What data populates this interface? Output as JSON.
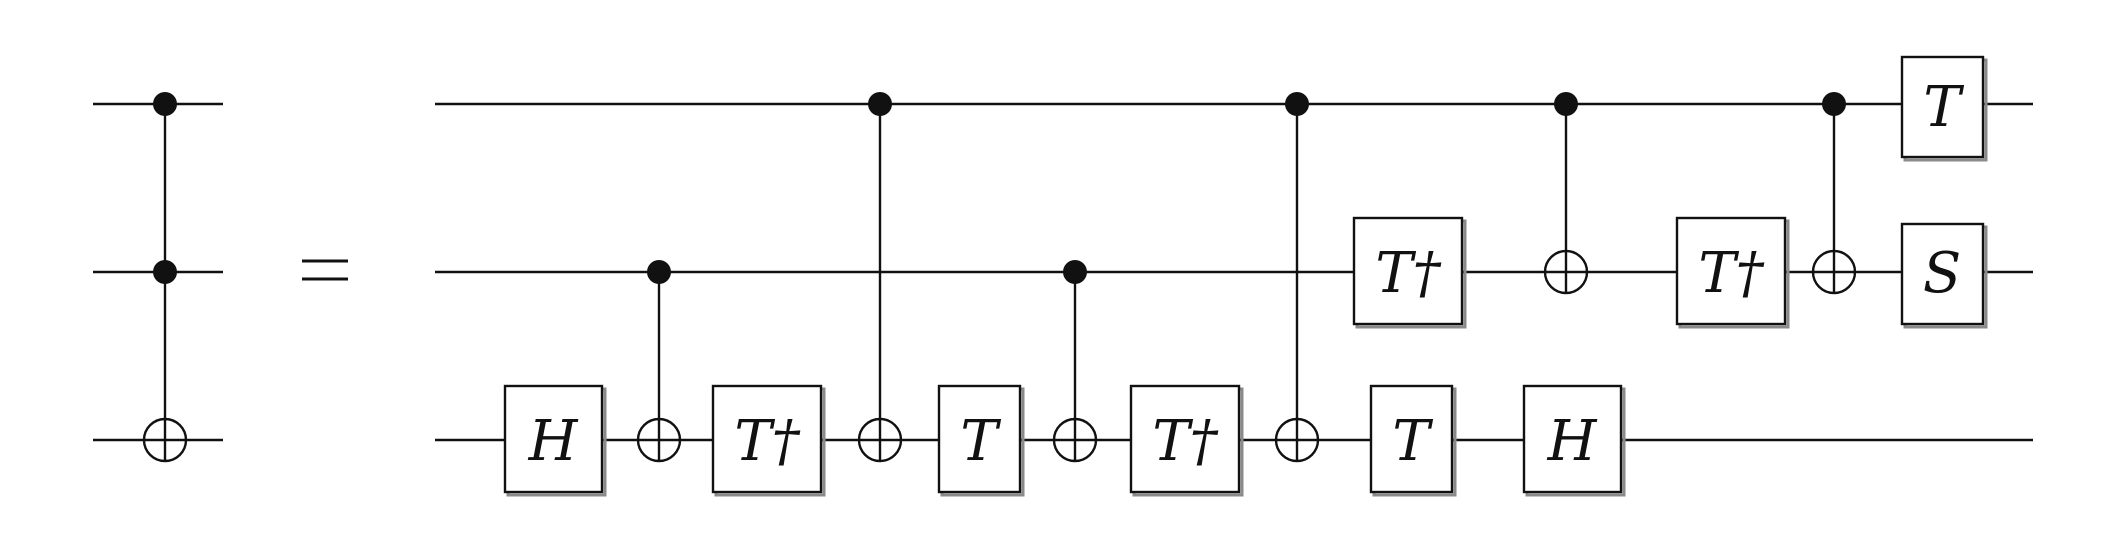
{
  "diagram": {
    "kind": "quantum-circuit-identity",
    "equals_sign": "=",
    "left_side": {
      "gate": "Toffoli",
      "controls": [
        0,
        1
      ],
      "target": 2
    },
    "right_side": {
      "gates": [
        {
          "type": "single",
          "label": "H",
          "wire": 2
        },
        {
          "type": "cnot",
          "control": 1,
          "target": 2
        },
        {
          "type": "single",
          "label": "T†",
          "wire": 2
        },
        {
          "type": "cnot",
          "control": 0,
          "target": 2
        },
        {
          "type": "single",
          "label": "T",
          "wire": 2
        },
        {
          "type": "cnot",
          "control": 1,
          "target": 2
        },
        {
          "type": "single",
          "label": "T†",
          "wire": 2
        },
        {
          "type": "cnot",
          "control": 0,
          "target": 2
        },
        {
          "type": "single",
          "label": "T†",
          "wire": 1
        },
        {
          "type": "single",
          "label": "T",
          "wire": 2
        },
        {
          "type": "cnot",
          "control": 0,
          "target": 1
        },
        {
          "type": "single",
          "label": "H",
          "wire": 2
        },
        {
          "type": "single",
          "label": "T†",
          "wire": 1
        },
        {
          "type": "cnot",
          "control": 0,
          "target": 1
        },
        {
          "type": "single",
          "label": "T",
          "wire": 0
        },
        {
          "type": "single",
          "label": "S",
          "wire": 1
        }
      ]
    },
    "colors": {
      "ink": "#111111",
      "paper": "#ffffff",
      "box_shadow": "#8a8a8a"
    }
  }
}
